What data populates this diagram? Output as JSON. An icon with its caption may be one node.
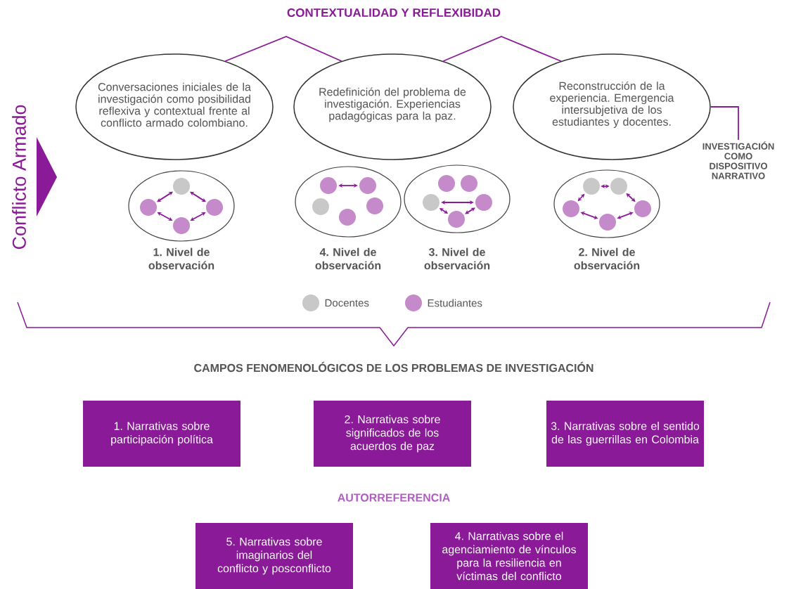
{
  "diagram": {
    "title": "CONTEXTUALIDAD Y REFLEXIBIDAD",
    "nodes": [
      {
        "text": [
          "Conversaciones iniciales de la investigación como posibilidad reflexiva y contextual frente al conflicto armado colombiano."
        ]
      },
      {
        "text": [
          "Redefinición del problema de investigación. Experiencias padagógicas para la paz."
        ]
      },
      {
        "text": [
          "Reconstrucción de la experiencia. Emergencia intersubjetiva de los estudiantes y docentes."
        ]
      },
      {
        "text": [
          "INVESTIGACIÓN COMO DISPOSITIVO NARRATIVO"
        ]
      },
      {
        "text": [],
        "shape": "ellipse",
        "beside": [
          "1. Nivel de observación"
        ]
      },
      {
        "text": [],
        "shape": "circle",
        "in": 4
      },
      {
        "text": [],
        "shape": "circle",
        "in": 4
      },
      {
        "text": [],
        "shape": "circle",
        "in": 4
      },
      {
        "text": [],
        "shape": "circle",
        "in": 4
      },
      {
        "text": [],
        "shape": "ellipse",
        "beside": [
          "4. Nivel de observación"
        ]
      },
      {
        "text": [],
        "shape": "circle",
        "in": 9
      },
      {
        "text": [],
        "shape": "circle",
        "in": 9
      },
      {
        "text": [],
        "shape": "circle",
        "in": 9
      },
      {
        "text": [],
        "shape": "circle",
        "in": 9
      },
      {
        "text": [],
        "shape": "circle",
        "in": 9
      },
      {
        "text": [],
        "shape": "ellipse",
        "beside": [
          "3. Nivel de observación"
        ]
      },
      {
        "text": [],
        "shape": "circle",
        "in": 15
      },
      {
        "text": [],
        "shape": "circle",
        "in": 15
      },
      {
        "text": [],
        "shape": "circle",
        "in": 15
      },
      {
        "text": [],
        "shape": "circle",
        "in": 15
      },
      {
        "text": [],
        "shape": "circle",
        "in": 15
      },
      {
        "text": [],
        "shape": "ellipse",
        "beside": [
          "2. Nivel de observación"
        ]
      },
      {
        "text": [],
        "shape": "circle",
        "in": 21
      },
      {
        "text": [],
        "shape": "circle",
        "in": 21
      },
      {
        "text": [],
        "shape": "circle",
        "in": 21
      },
      {
        "text": [],
        "shape": "circle",
        "in": 21
      },
      {
        "text": [],
        "shape": "circle",
        "in": 21
      },
      {
        "text": [
          "1. Narrativas sobre participación política"
        ]
      },
      {
        "text": [
          "2. Narrativas sobre significados de los acuerdos de paz"
        ]
      },
      {
        "text": [
          "3. Narrativas sobre el sentido de las guerrillas en Colombia"
        ]
      },
      {
        "text": [
          "5. Narrativas sobre imaginarios del conflicto y posconflicto"
        ]
      },
      {
        "text": [
          "4. Narrativas sobre el agenciamiento de vínculos para la resiliencia en víctimas del conflicto"
        ]
      }
    ],
    "edges": [
      {
        "from": 0,
        "to": 1,
        "arrow": "none"
      },
      {
        "from": 1,
        "to": 2,
        "arrow": "none"
      },
      {
        "from": 2,
        "to": 3,
        "arrow": "none"
      },
      {
        "from": 5,
        "to": 6,
        "arrow": "both"
      },
      {
        "from": 5,
        "to": 7,
        "arrow": "both"
      },
      {
        "from": 6,
        "to": 8,
        "arrow": "both"
      },
      {
        "from": 7,
        "to": 8,
        "arrow": "both"
      },
      {
        "from": 10,
        "to": 11,
        "arrow": "both"
      },
      {
        "from": 18,
        "to": 19,
        "arrow": "both"
      },
      {
        "from": 18,
        "to": 20,
        "arrow": "both"
      },
      {
        "from": 20,
        "to": 19,
        "arrow": "both"
      },
      {
        "from": 22,
        "to": 23,
        "arrow": "both"
      },
      {
        "from": 22,
        "to": 24,
        "arrow": "both"
      },
      {
        "from": 23,
        "to": 25,
        "arrow": "both"
      },
      {
        "from": 24,
        "to": 26,
        "arrow": "both"
      },
      {
        "from": 26,
        "to": 25,
        "arrow": "both"
      }
    ],
    "labels": [
      "Conflicto Armado",
      "CAMPOS FENOMENOLÓGICOS DE LOS PROBLEMAS DE INVESTIGACIÓN",
      "AUTORREFERENCIA"
    ],
    "legend": [
      {
        "text": "Docentes",
        "color": "#c8c8c8"
      },
      {
        "text": "Estudiantes",
        "color": "#c48ac9"
      }
    ]
  }
}
